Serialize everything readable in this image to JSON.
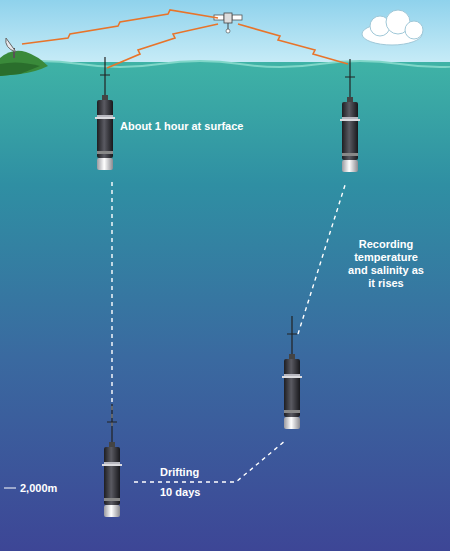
{
  "diagram": {
    "labels": [
      "About 1 hour at surface",
      "Recording temperature and salinity as it rises",
      "Drifting",
      "10 days",
      "2,000m"
    ]
  }
}
